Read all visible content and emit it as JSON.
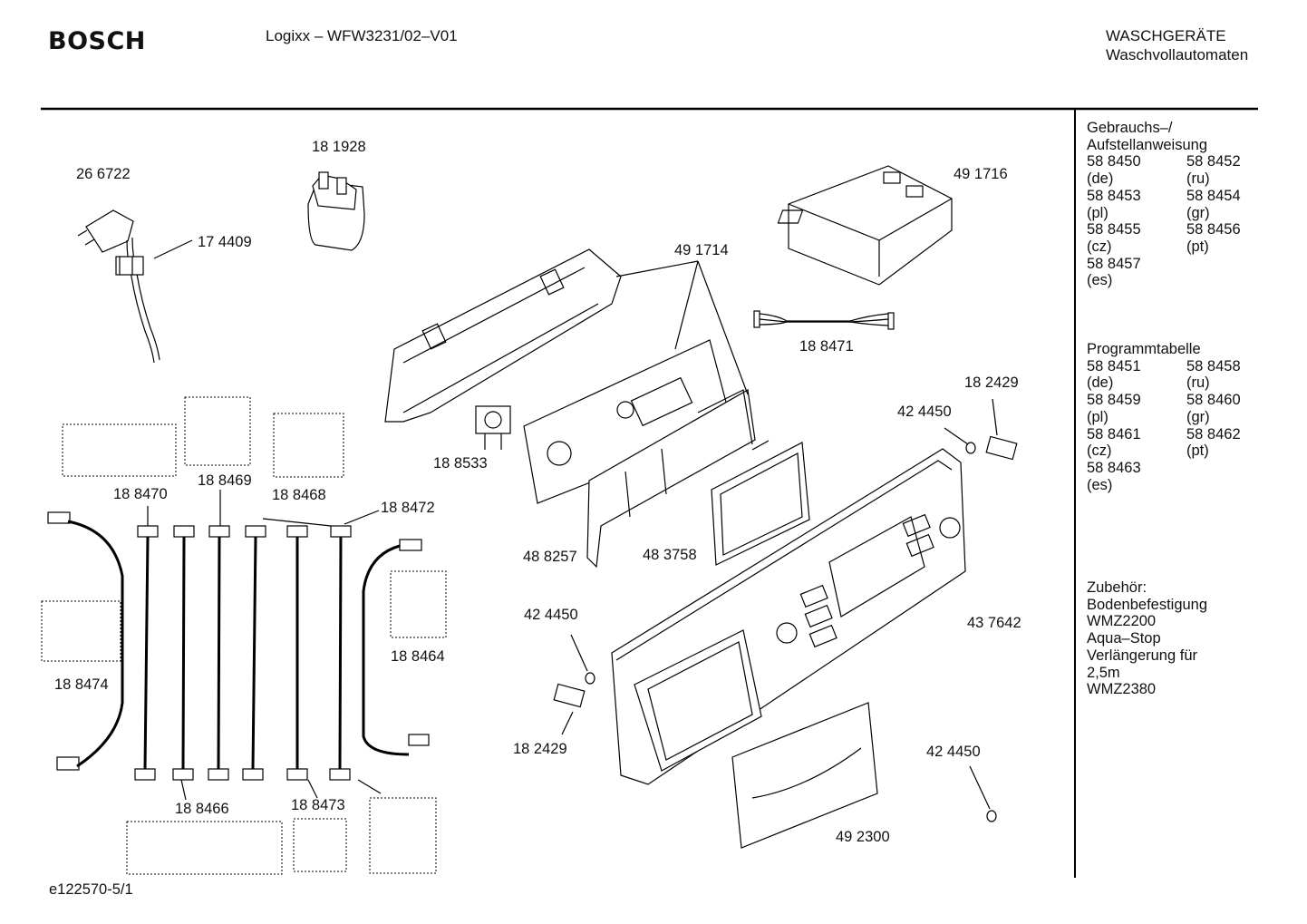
{
  "header": {
    "brand": "BOSCH",
    "model": "Logixx – WFW3231/02–V01",
    "category_line1": "WASCHGERÄTE",
    "category_line2": "Waschvollautomaten"
  },
  "parts": {
    "p266722": "26 6722",
    "p181928": "18 1928",
    "p174409": "17 4409",
    "p491716": "49 1716",
    "p491714": "49 1714",
    "p188471": "18 8471",
    "p188533": "18 8533",
    "p182429_a": "18 2429",
    "p424450_a": "42 4450",
    "p188470": "18 8470",
    "p188469": "18 8469",
    "p188468": "18 8468",
    "p188472": "18 8472",
    "p488257": "48 8257",
    "p483758": "48 3758",
    "p188464": "18 8464",
    "p188474": "18 8474",
    "p424450_b": "42 4450",
    "p437642": "43 7642",
    "p182429_b": "18 2429",
    "p424450_c": "42 4450",
    "p188466": "18 8466",
    "p188473": "18 8473",
    "p492300": "49 2300"
  },
  "sidebar": {
    "manual_title_1": "Gebrauchs–/",
    "manual_title_2": "Aufstellanweisung",
    "manual": [
      {
        "code": "58 8450",
        "lang": "(de)"
      },
      {
        "code": "58 8452",
        "lang": "(ru)"
      },
      {
        "code": "58 8453",
        "lang": "(pl)"
      },
      {
        "code": "58 8454",
        "lang": "(gr)"
      },
      {
        "code": "58 8455",
        "lang": "(cz)"
      },
      {
        "code": "58 8456",
        "lang": "(pt)"
      },
      {
        "code": "58 8457",
        "lang": "(es)"
      }
    ],
    "program_title": "Programmtabelle",
    "program": [
      {
        "code": "58 8451",
        "lang": "(de)"
      },
      {
        "code": "58 8458",
        "lang": "(ru)"
      },
      {
        "code": "58 8459",
        "lang": "(pl)"
      },
      {
        "code": "58 8460",
        "lang": "(gr)"
      },
      {
        "code": "58 8461",
        "lang": "(cz)"
      },
      {
        "code": "58 8462",
        "lang": "(pt)"
      },
      {
        "code": "58 8463",
        "lang": "(es)"
      }
    ],
    "accessories_title": "Zubehör:",
    "accessories": [
      "Bodenbefestigung",
      "WMZ2200",
      "Aqua–Stop",
      "Verlängerung für",
      "2,5m",
      "WMZ2380"
    ]
  },
  "footer": {
    "drawing_id": "e122570-5/1"
  }
}
